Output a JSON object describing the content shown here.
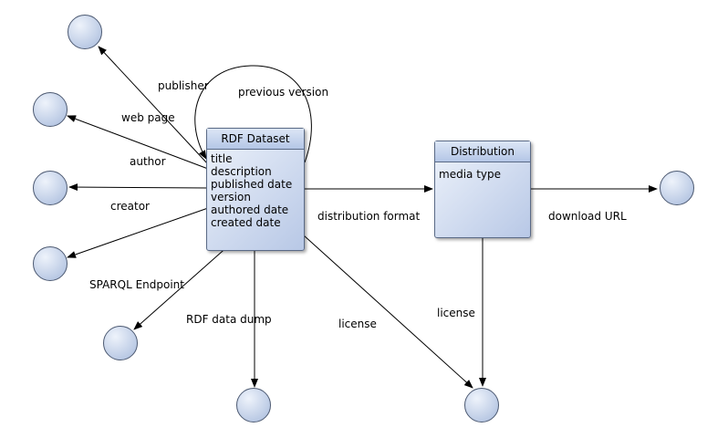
{
  "rdf_dataset": {
    "title": "RDF Dataset",
    "properties": [
      "title",
      "description",
      "published date",
      "version",
      "authored date",
      "created date"
    ]
  },
  "distribution": {
    "title": "Distribution",
    "properties": [
      "media type"
    ]
  },
  "edges": {
    "publisher": "publisher",
    "previous_version": "previous version",
    "web_page": "web page",
    "author": "author",
    "creator": "creator",
    "sparql_endpoint": "SPARQL Endpoint",
    "rdf_data_dump": "RDF data dump",
    "license_dataset": "license",
    "distribution_format": "distribution format",
    "license_distribution": "license",
    "download_url": "download URL"
  },
  "colors": {
    "node_fill_light": "#eef3fb",
    "node_fill_dark": "#b8c8e6",
    "border": "#5a6a86",
    "edge": "#000000"
  }
}
